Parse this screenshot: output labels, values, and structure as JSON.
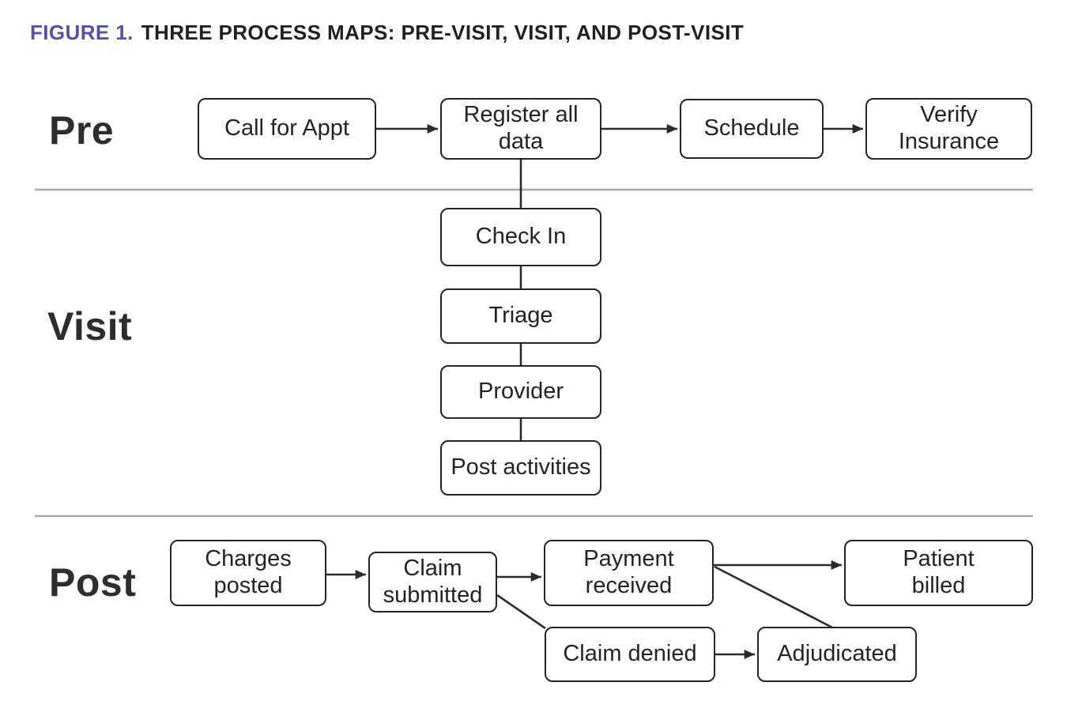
{
  "figure": {
    "label": "FIGURE 1.",
    "title": "THREE PROCESS MAPS: PRE-VISIT, VISIT, AND POST-VISIT"
  },
  "colors": {
    "figure_label": "#5551a5",
    "title_text": "#231f20",
    "box_border": "#232323",
    "section_label": "#2d2d2d",
    "divider": "#a9a9a9",
    "connector": "#2b2b2b"
  },
  "sections": {
    "pre": {
      "label": "Pre",
      "nodes": [
        {
          "id": "call-for-appt",
          "label": "Call for Appt"
        },
        {
          "id": "register-all-data",
          "label": "Register all\ndata"
        },
        {
          "id": "schedule",
          "label": "Schedule"
        },
        {
          "id": "verify-insurance",
          "label": "Verify\nInsurance"
        }
      ]
    },
    "visit": {
      "label": "Visit",
      "nodes": [
        {
          "id": "check-in",
          "label": "Check In"
        },
        {
          "id": "triage",
          "label": "Triage"
        },
        {
          "id": "provider",
          "label": "Provider"
        },
        {
          "id": "post-activities",
          "label": "Post activities"
        }
      ]
    },
    "post": {
      "label": "Post",
      "nodes": [
        {
          "id": "charges-posted",
          "label": "Charges\nposted"
        },
        {
          "id": "claim-submitted",
          "label": "Claim\nsubmitted"
        },
        {
          "id": "payment-received",
          "label": "Payment\nreceived"
        },
        {
          "id": "patient-billed",
          "label": "Patient\nbilled"
        },
        {
          "id": "claim-denied",
          "label": "Claim denied"
        },
        {
          "id": "adjudicated",
          "label": "Adjudicated"
        }
      ]
    }
  },
  "connections": [
    {
      "from": "call-for-appt",
      "to": "register-all-data",
      "type": "arrow"
    },
    {
      "from": "register-all-data",
      "to": "schedule",
      "type": "arrow"
    },
    {
      "from": "schedule",
      "to": "verify-insurance",
      "type": "arrow"
    },
    {
      "from": "register-all-data",
      "to": "check-in",
      "type": "line"
    },
    {
      "from": "check-in",
      "to": "triage",
      "type": "line"
    },
    {
      "from": "triage",
      "to": "provider",
      "type": "line"
    },
    {
      "from": "provider",
      "to": "post-activities",
      "type": "line"
    },
    {
      "from": "charges-posted",
      "to": "claim-submitted",
      "type": "arrow"
    },
    {
      "from": "claim-submitted",
      "to": "payment-received",
      "type": "arrow"
    },
    {
      "from": "claim-submitted",
      "to": "claim-denied",
      "type": "line"
    },
    {
      "from": "claim-denied",
      "to": "adjudicated",
      "type": "arrow"
    },
    {
      "from": "adjudicated",
      "to": "payment-received",
      "type": "line"
    },
    {
      "from": "payment-received",
      "to": "patient-billed",
      "type": "arrow"
    }
  ]
}
